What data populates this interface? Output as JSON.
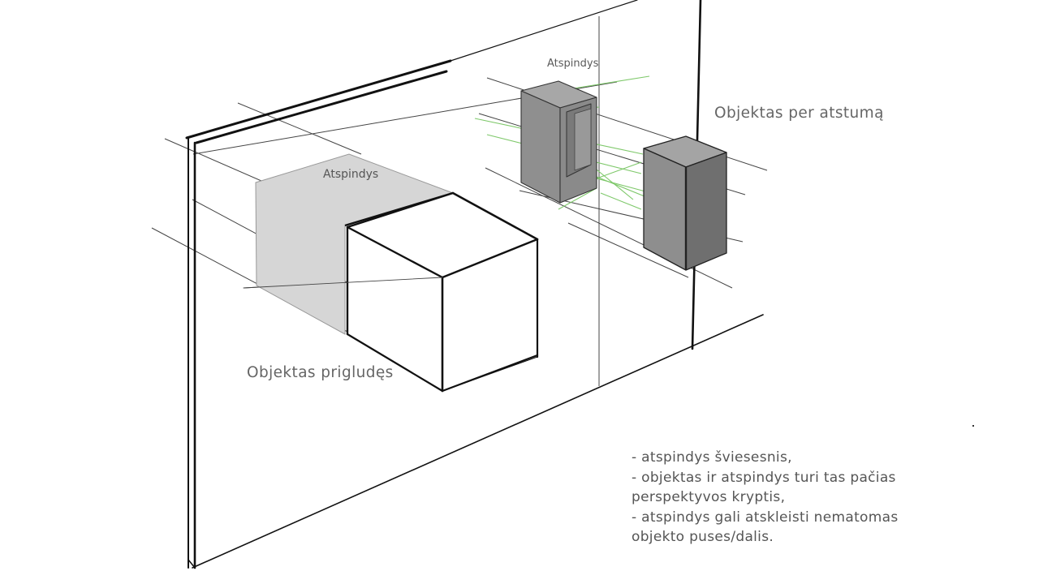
{
  "labels": {
    "reflection_near": "Atspindys",
    "reflection_far": "Atspindys",
    "object_far": "Objektas per atstumą",
    "object_near": "Objektas prigludęs"
  },
  "notes": [
    "- atspindys šviesesnis,",
    "- objektas ir atspindys turi tas pačias",
    "perspektyvos kryptis,",
    "- atspindys gali atskleisti nematomas",
    "objekto puses/dalis."
  ],
  "colors": {
    "ink": "#111111",
    "thin_line": "#444444",
    "guide_green": "#7ec86a",
    "reflection_fill": "#d6d6d6",
    "dark_side": "#8e8e8e",
    "dark_front": "#6f6f6f"
  }
}
